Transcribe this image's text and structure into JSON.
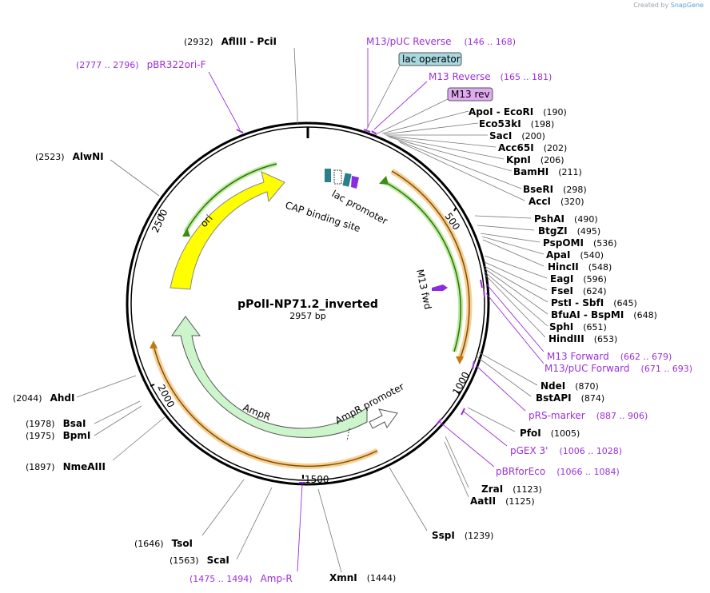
{
  "credit": {
    "created_by": "Created by",
    "brand": "SnapGene"
  },
  "plasmid": {
    "name": "pPolI-NP71.2_inverted",
    "size_label": "2957 bp",
    "length": 2957
  },
  "ticks": [
    "500",
    "1000",
    "1500",
    "2000",
    "2500"
  ],
  "sites_right": [
    {
      "name": "ApoI  -  EcoRI",
      "pos": "(190)"
    },
    {
      "name": "Eco53kI",
      "pos": "(198)"
    },
    {
      "name": "SacI",
      "pos": "(200)"
    },
    {
      "name": "Acc65I",
      "pos": "(202)"
    },
    {
      "name": "KpnI",
      "pos": "(206)"
    },
    {
      "name": "BamHI",
      "pos": "(211)"
    },
    {
      "name": "BseRI",
      "pos": "(298)"
    },
    {
      "name": "AccI",
      "pos": "(320)"
    },
    {
      "name": "PshAI",
      "pos": "(490)"
    },
    {
      "name": "BtgZI",
      "pos": "(495)"
    },
    {
      "name": "PspOMI",
      "pos": "(536)"
    },
    {
      "name": "ApaI",
      "pos": "(540)"
    },
    {
      "name": "HincII",
      "pos": "(548)"
    },
    {
      "name": "EagI",
      "pos": "(596)"
    },
    {
      "name": "FseI",
      "pos": "(624)"
    },
    {
      "name": "PstI  -  SbfI",
      "pos": "(645)"
    },
    {
      "name": "BfuAI  -  BspMI",
      "pos": "(648)"
    },
    {
      "name": "SphI",
      "pos": "(651)"
    },
    {
      "name": "HindIII",
      "pos": "(653)"
    },
    {
      "name": "NdeI",
      "pos": "(870)"
    },
    {
      "name": "BstAPI",
      "pos": "(874)"
    },
    {
      "name": "PfoI",
      "pos": "(1005)"
    },
    {
      "name": "ZraI",
      "pos": "(1123)"
    },
    {
      "name": "AatII",
      "pos": "(1125)"
    },
    {
      "name": "SspI",
      "pos": "(1239)"
    },
    {
      "name": "XmnI",
      "pos": "(1444)"
    }
  ],
  "sites_left": [
    {
      "name": "AflIII  -  PciI",
      "pos": "(2932)"
    },
    {
      "name": "AlwNI",
      "pos": "(2523)"
    },
    {
      "name": "AhdI",
      "pos": "(2044)"
    },
    {
      "name": "BsaI",
      "pos": "(1978)"
    },
    {
      "name": "BpmI",
      "pos": "(1975)"
    },
    {
      "name": "NmeAIII",
      "pos": "(1897)"
    },
    {
      "name": "TsoI",
      "pos": "(1646)"
    },
    {
      "name": "ScaI",
      "pos": "(1563)"
    }
  ],
  "primers": [
    {
      "name": "M13/pUC Reverse",
      "range": "(146 .. 168)"
    },
    {
      "name": "M13 Reverse",
      "range": "(165 .. 181)"
    },
    {
      "name": "M13 Forward",
      "range": "(662 .. 679)"
    },
    {
      "name": "M13/pUC Forward",
      "range": "(671 .. 693)"
    },
    {
      "name": "pRS-marker",
      "range": "(887 .. 906)"
    },
    {
      "name": "pGEX 3'",
      "range": "(1006 .. 1028)"
    },
    {
      "name": "pBRforEco",
      "range": "(1066 .. 1084)"
    },
    {
      "name": "Amp-R",
      "range": "(1475 .. 1494)"
    },
    {
      "name": "pBR322ori-F",
      "range": "(2777 .. 2796)"
    }
  ],
  "boxed_labels": [
    {
      "text": "lac operator",
      "color": "#a8d8e0"
    },
    {
      "text": "M13 rev",
      "color": "#e0aaf0"
    }
  ],
  "features": {
    "ori": "ori",
    "ampr": "AmpR",
    "ampr_promoter": "AmpR promoter",
    "m13_fwd": "M13 fwd",
    "lac_promoter": "lac promoter",
    "cap_site": "CAP binding site"
  },
  "colors": {
    "ori": "#ffff00",
    "ampr": "#ccf5cc",
    "orange_arc": "#f4a53a",
    "green_arc": "#5fbf2a",
    "primer": "#9b30d9",
    "teal": "#2a7f8c",
    "purple": "#8a2be2"
  }
}
